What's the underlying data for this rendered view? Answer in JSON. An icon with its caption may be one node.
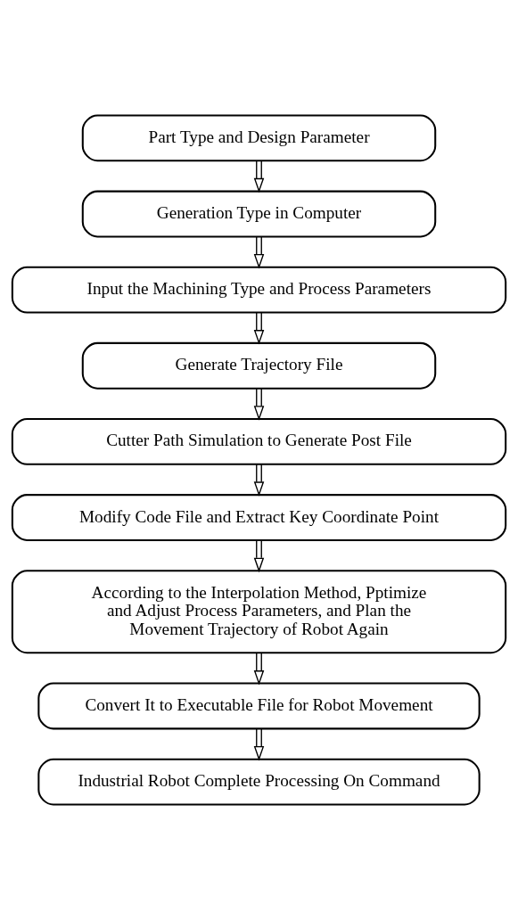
{
  "diagram": {
    "nodes": [
      {
        "text": [
          "Part Type and Design Parameter"
        ]
      },
      {
        "text": [
          "Generation Type in Computer"
        ]
      },
      {
        "text": [
          "Input the Machining Type and Process Parameters"
        ]
      },
      {
        "text": [
          "Generate Trajectory File"
        ]
      },
      {
        "text": [
          "Cutter Path Simulation to Generate Post File"
        ]
      },
      {
        "text": [
          "Modify Code File and Extract Key Coordinate Point"
        ]
      },
      {
        "text": [
          "According to the Interpolation Method, Pptimize and Adjust Process Parameters, and Plan the Movement Trajectory of Robot Again"
        ]
      },
      {
        "text": [
          "Convert It to Executable File for Robot Movement"
        ]
      },
      {
        "text": [
          "Industrial Robot Complete Processing On Command"
        ]
      }
    ],
    "edges": [
      {
        "from": 0,
        "to": 1,
        "arrow": "to"
      },
      {
        "from": 1,
        "to": 2,
        "arrow": "to"
      },
      {
        "from": 2,
        "to": 3,
        "arrow": "to"
      },
      {
        "from": 3,
        "to": 4,
        "arrow": "to"
      },
      {
        "from": 4,
        "to": 5,
        "arrow": "to"
      },
      {
        "from": 5,
        "to": 6,
        "arrow": "to"
      },
      {
        "from": 6,
        "to": 7,
        "arrow": "to"
      },
      {
        "from": 7,
        "to": 8,
        "arrow": "to"
      }
    ]
  }
}
